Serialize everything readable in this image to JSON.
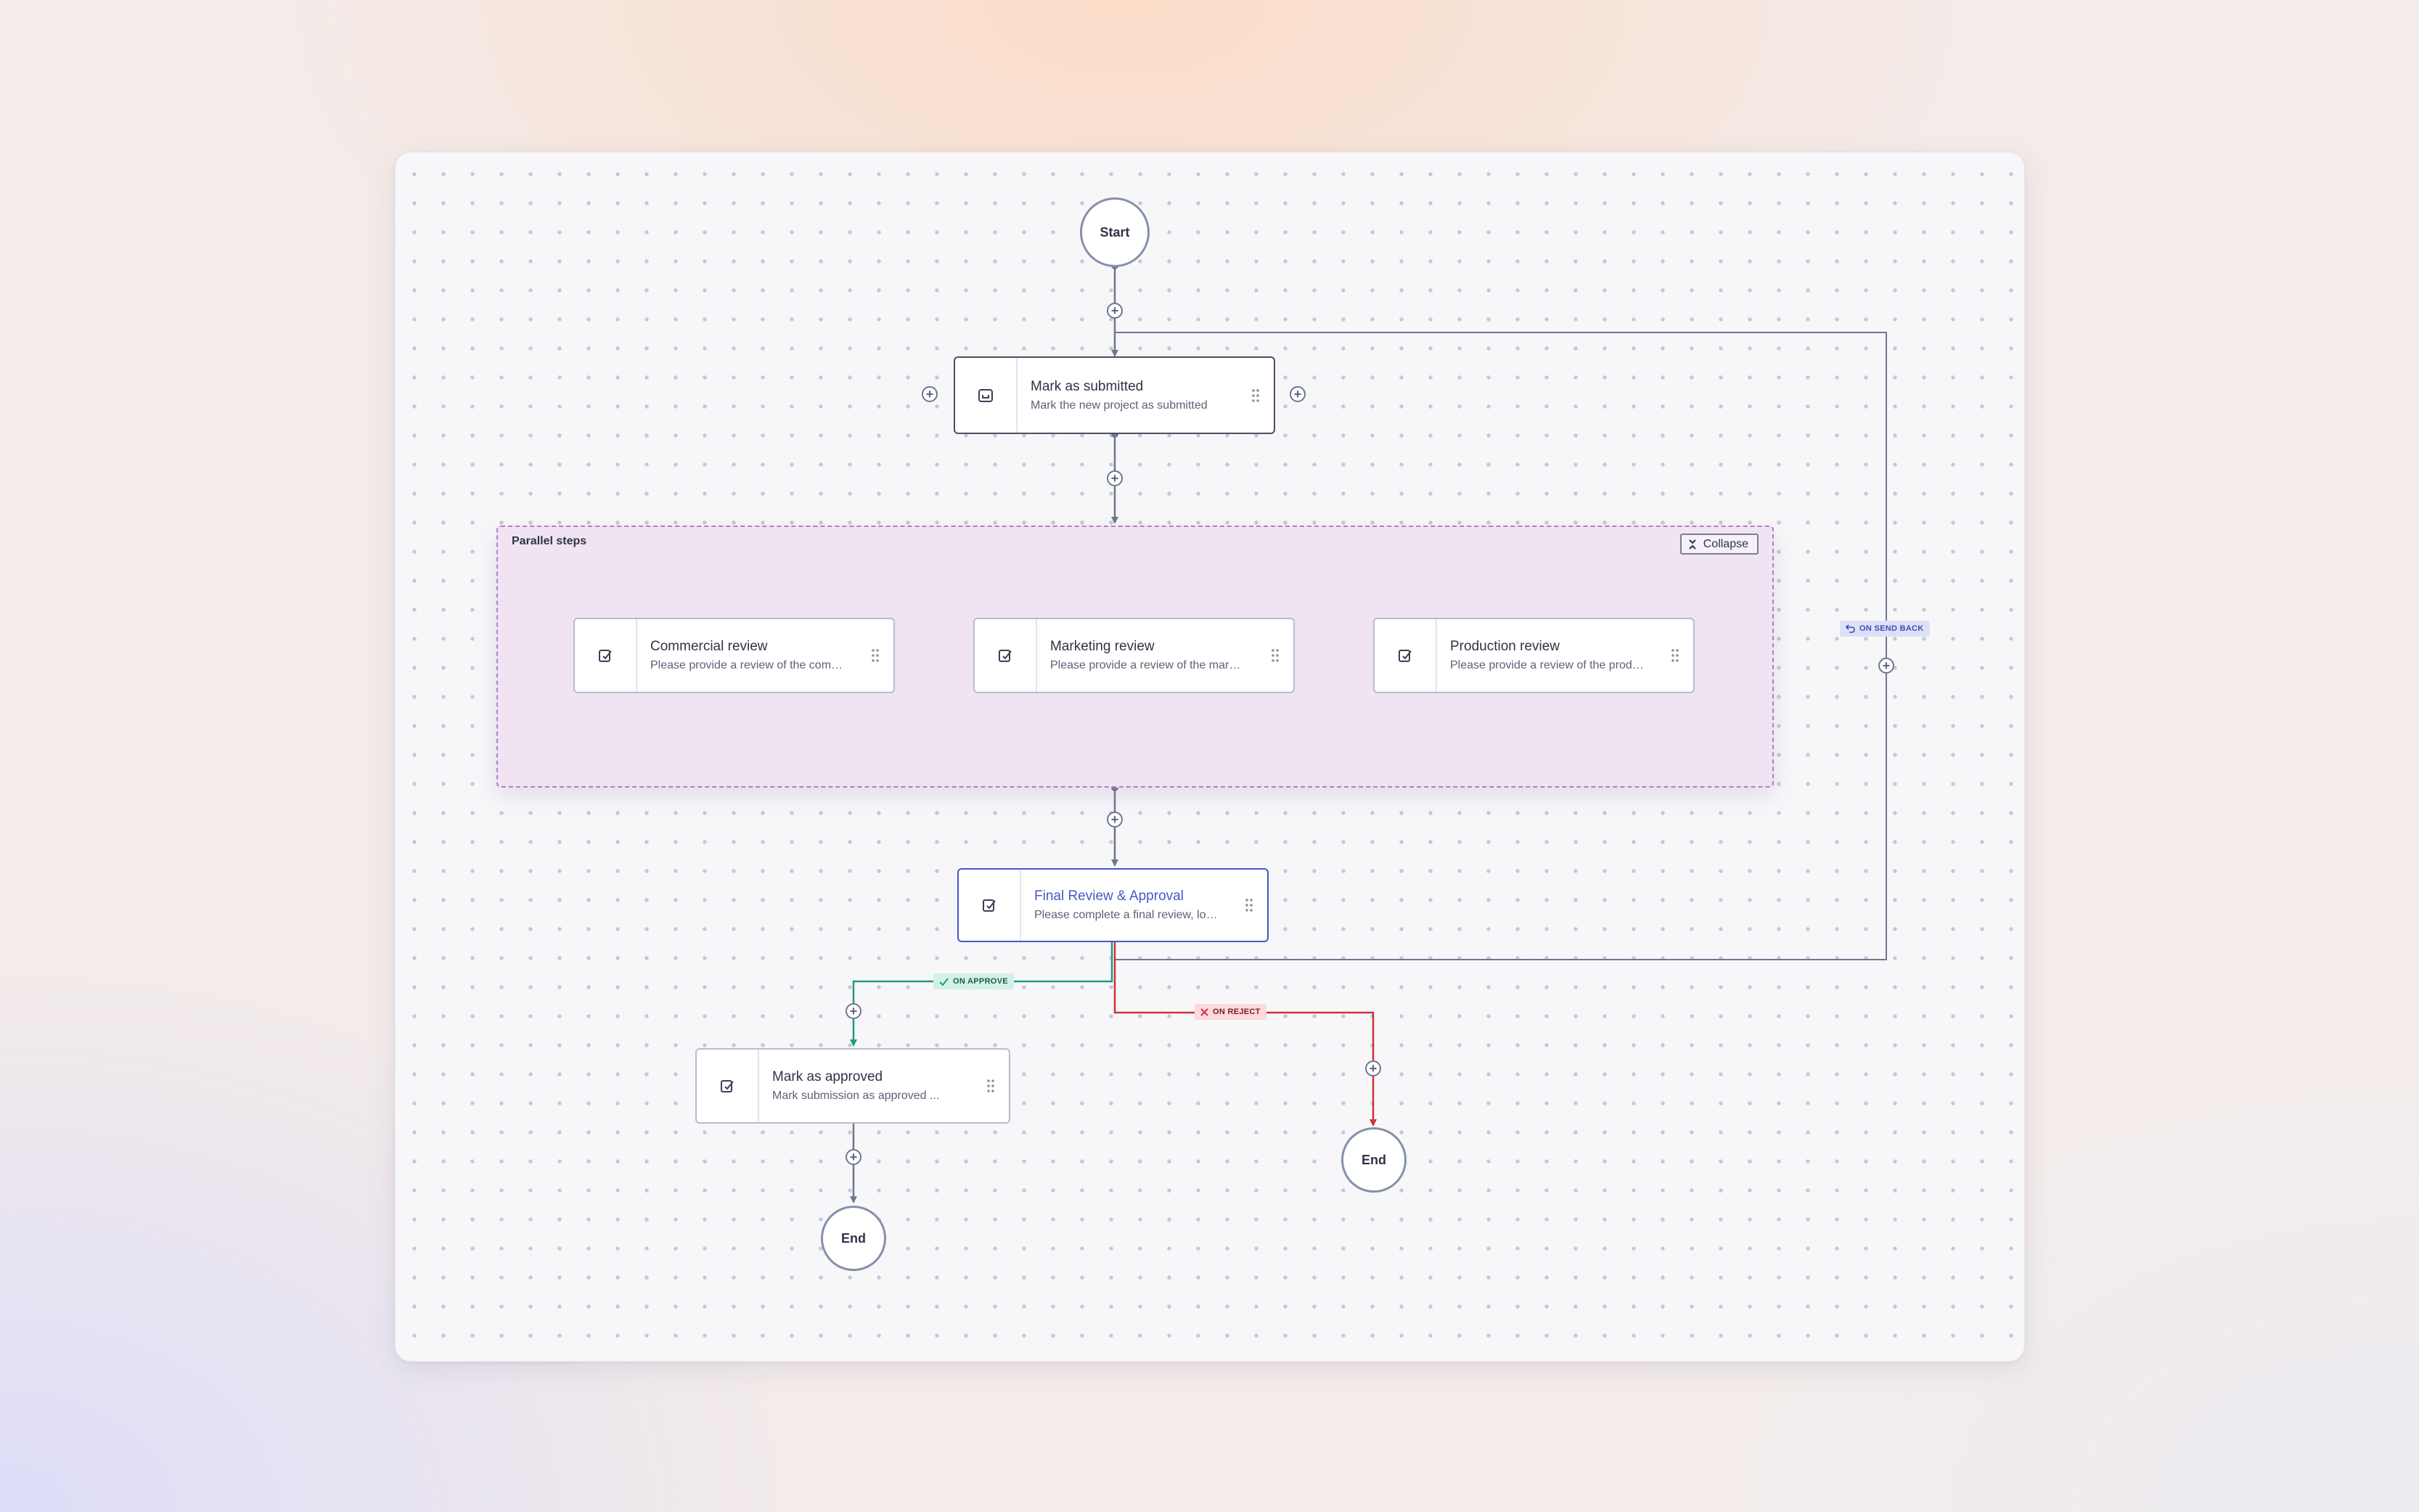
{
  "canvas": {
    "start_label": "Start",
    "end_labels": [
      "End",
      "End"
    ]
  },
  "nodes": {
    "mark_submitted": {
      "title": "Mark as submitted",
      "desc": "Mark the new project as submitted"
    },
    "commercial_review": {
      "title": "Commercial review",
      "desc": "Please provide a review of the comm..."
    },
    "marketing_review": {
      "title": "Marketing review",
      "desc": "Please provide a review of the market..."
    },
    "production_review": {
      "title": "Production review",
      "desc": "Please provide a review of the produ..."
    },
    "final_review": {
      "title": "Final Review & Approval",
      "desc": "Please complete a final review, look..."
    },
    "mark_approved": {
      "title": "Mark as approved",
      "desc": "Mark submission as approved ..."
    }
  },
  "group": {
    "label": "Parallel steps",
    "collapse_label": "Collapse"
  },
  "edges": {
    "on_approve": "ON APPROVE",
    "on_reject": "ON REJECT",
    "on_send_back": "ON SEND BACK"
  },
  "colors": {
    "edge": "#6e7791",
    "approve": "#1e9c7c",
    "reject": "#d2303c",
    "send_back": "#3e4db8",
    "selected_node": "#4b55c8",
    "group_fill": "#f1e4f2",
    "group_border": "#b07fc9"
  },
  "icons": {
    "step": "clipboard-check-icon",
    "submit": "tray-icon",
    "drag": "drag-handle-icon",
    "add": "plus-circle-icon",
    "collapse": "collapse-icon",
    "approve": "check-icon",
    "reject": "x-icon",
    "send_back": "undo-icon"
  }
}
